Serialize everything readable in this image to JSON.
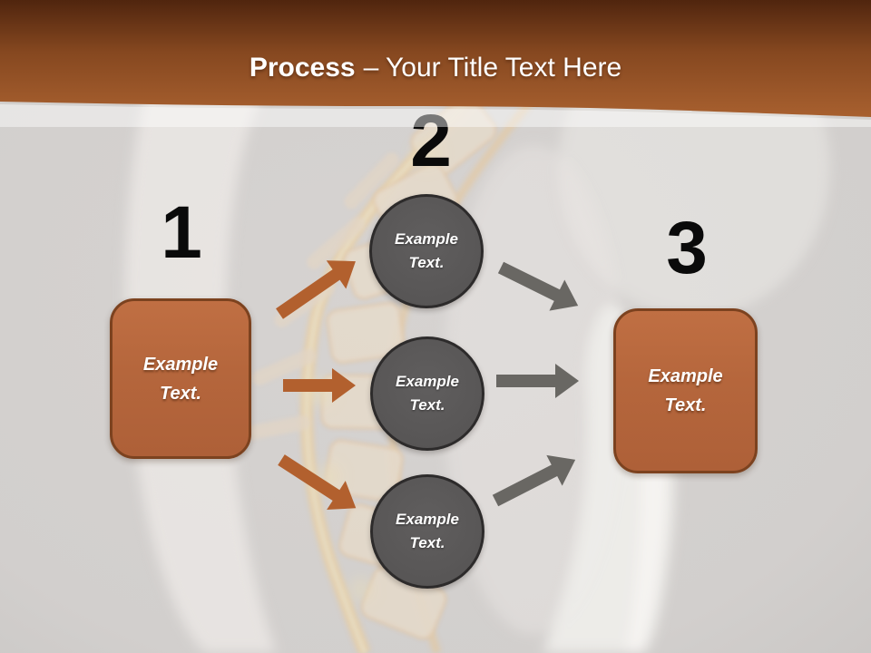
{
  "title": {
    "bold": "Process",
    "rest": "– Your Title Text Here"
  },
  "steps": {
    "one": {
      "number": "1",
      "label": "Example Text."
    },
    "two": {
      "number": "2",
      "circles": [
        {
          "label": "Example Text."
        },
        {
          "label": "Example Text."
        },
        {
          "label": "Example Text."
        }
      ]
    },
    "three": {
      "number": "3",
      "label": "Example Text."
    }
  },
  "colors": {
    "header_gradient_top": "#50250e",
    "header_gradient_bottom": "#a8602f",
    "accent_orange_arrow": "#b2602e",
    "gray_arrow": "#696763",
    "circle_fill": "#595757",
    "circle_border": "#2d2b2b",
    "box_fill": "#b5663c",
    "box_border": "#7c421f",
    "background_gray": "#d2cfce",
    "number_color": "#0a0a0a",
    "label_text": "#ffffff"
  }
}
